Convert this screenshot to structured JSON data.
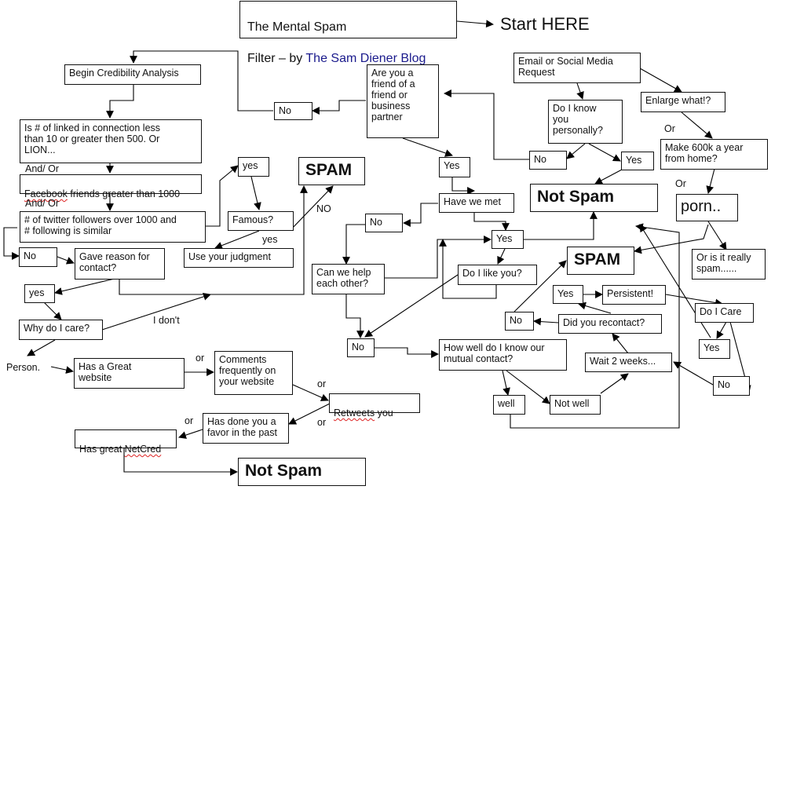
{
  "title": {
    "line1": "The Mental Spam",
    "line2_prefix": "Filter – by ",
    "line2_link": "The Sam Diener Blog"
  },
  "start_label": "Start HERE",
  "nodes": {
    "email_request": "Email or Social Media\nRequest",
    "enlarge": "Enlarge what!?",
    "or_1": "Or",
    "make_600k": "Make 600k a year\nfrom home?",
    "or_2": "Or",
    "porn": "porn..",
    "really_spam": "Or is it really\nspam......",
    "do_i_know": "Do I know\nyou\npersonally?",
    "no_know": "No",
    "yes_know": "Yes",
    "not_spam_main": "Not Spam",
    "friend_of_friend": "Are you a\nfriend of a\nfriend or\nbusiness\npartner",
    "no_friend": "No",
    "yes_friend": "Yes",
    "have_we_met": "Have we met",
    "no_met": "No",
    "yes_met": "Yes",
    "help_each_other": "Can we help\neach other?",
    "do_i_like": "Do I like you?",
    "no_help": "No",
    "how_well": "How well do I know our\nmutual contact?",
    "well": "well",
    "not_well": "Not well",
    "wait_2_weeks": "Wait 2 weeks...",
    "did_recontact": "Did  you recontact?",
    "no_recontact": "No",
    "yes_recontact": "Yes",
    "persistent": "Persistent!",
    "do_i_care": "Do I Care",
    "yes_care": "Yes",
    "no_care": "No",
    "spam_right": "SPAM",
    "begin_credibility": "Begin Credibility Analysis",
    "linkedin": "Is # of linked in connection less\nthan 10 or greater then 500.  Or\nLION...",
    "and_or_1": "And/ Or",
    "facebook_word": "Facebook",
    "facebook_rest": " friends greater than 1000",
    "and_or_2": "And/ Or",
    "twitter": "# of twitter followers over 1000 and\n# following is similar",
    "yes_famous": "yes",
    "famous": "Famous?",
    "spam_left": "SPAM",
    "no_label": "NO",
    "yes_label": "yes",
    "use_judgment": "Use your judgment",
    "no_twitter": "No",
    "gave_reason": "Gave reason for\ncontact?",
    "yes_reason": "yes",
    "why_care": "Why do I care?",
    "i_dont": "I don't",
    "person": "Person.",
    "great_website": "Has a Great\nwebsite",
    "or_a": "or",
    "comments": "Comments\nfrequently on\nyour website",
    "or_b": "or",
    "retweets_word": "Retweets",
    "retweets_rest": " you",
    "or_c": "or",
    "or_d": "or",
    "favor": "Has done you a\nfavor in the past",
    "netcred_prefix": "Has great ",
    "netcred_word": "NetCred",
    "not_spam_bottom": "Not Spam"
  }
}
